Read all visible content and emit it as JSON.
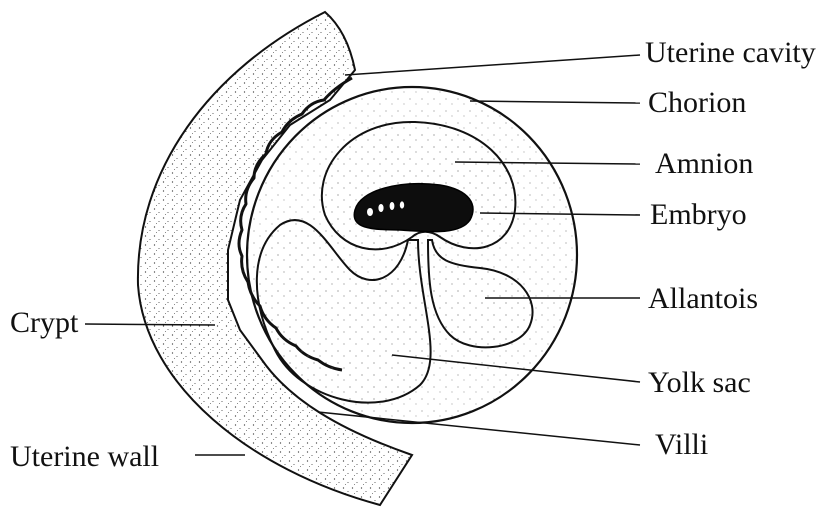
{
  "labels": {
    "uterine_cavity": "Uterine cavity",
    "chorion": "Chorion",
    "amnion": "Amnion",
    "embryo": "Embryo",
    "allantois": "Allantois",
    "yolk_sac": "Yolk sac",
    "villi": "Villi",
    "crypt": "Crypt",
    "uterine_wall": "Uterine wall"
  },
  "colors": {
    "ink": "#111111",
    "background": "#ffffff"
  }
}
